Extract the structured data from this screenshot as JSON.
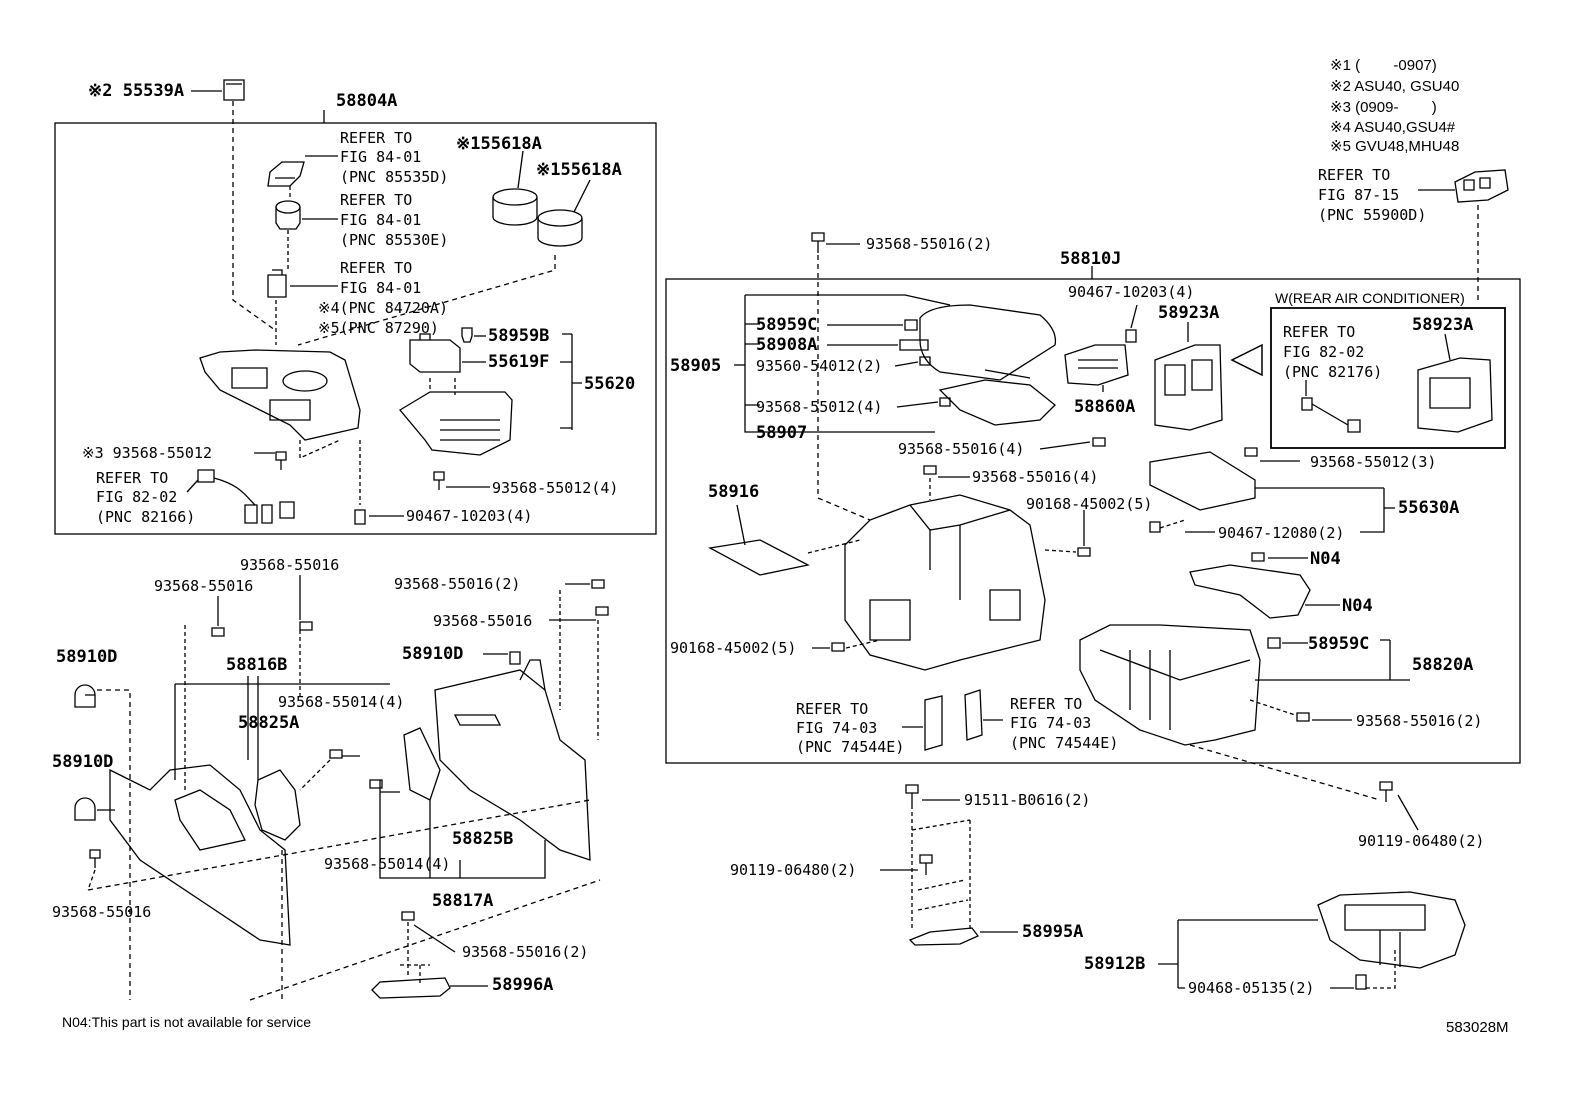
{
  "diagram_id": "583028M",
  "footnote": "N04:This part is not available for service",
  "legend": {
    "l1": "※1 (        -0907)",
    "l2": "※2 ASU40, GSU40",
    "l3": "※3 (0909-        )",
    "l4": "※4 ASU40,GSU4#",
    "l5": "※5 GVU48,MHU48"
  },
  "refs": {
    "r8715": {
      "a": "REFER TO",
      "b": "FIG 87-15",
      "c": "(PNC 55900D)"
    },
    "r85535": {
      "a": "REFER TO",
      "b": "FIG 84-01",
      "c": "(PNC 85535D)"
    },
    "r85530": {
      "a": "REFER TO",
      "b": "FIG 84-01",
      "c": "(PNC 85530E)"
    },
    "r84720": {
      "a": "REFER TO",
      "b": "FIG 84-01",
      "c": "※4(PNC 84720A)",
      "d": "※5(PNC 87290)"
    },
    "r82166": {
      "a": "REFER TO",
      "b": "FIG 82-02",
      "c": "(PNC 82166)"
    },
    "r82176": {
      "a": "REFER TO",
      "b": "FIG 82-02",
      "c": "(PNC 82176)"
    },
    "r74544a": {
      "a": "REFER TO",
      "b": "FIG 74-03",
      "c": "(PNC 74544E)"
    },
    "r74544b": {
      "a": "REFER TO",
      "b": "FIG 74-03",
      "c": "(PNC 74544E)"
    }
  },
  "boxes": {
    "rear_ac": "W(REAR AIR CONDITIONER)"
  },
  "parts": {
    "p55539A": "※2 55539A",
    "p58804A": "58804A",
    "p55618A_1": "※155618A",
    "p55618A_2": "※155618A",
    "p58959B": "58959B",
    "p55619F": "55619F",
    "p55620": "55620",
    "p93568_55012_s3": "※3 93568-55012",
    "p93568_55012_4a": "93568-55012(4)",
    "p90467_10203_4a": "90467-10203(4)",
    "p93568_55016_a": "93568-55016",
    "p93568_55016_b": "93568-55016",
    "p93568_55016_2a": "93568-55016(2)",
    "p93568_55016_c": "93568-55016",
    "p58910D_a": "58910D",
    "p58910D_b": "58910D",
    "p58910D_c": "58910D",
    "p58816B": "58816B",
    "p93568_55014_4a": "93568-55014(4)",
    "p58825A": "58825A",
    "p58825B": "58825B",
    "p93568_55014_4b": "93568-55014(4)",
    "p58817A": "58817A",
    "p93568_55016_d": "93568-55016",
    "p93568_55016_2b": "93568-55016(2)",
    "p58996A": "58996A",
    "p93568_55016_2c": "93568-55016(2)",
    "p58810J": "58810J",
    "p90467_10203_4b": "90467-10203(4)",
    "p58923A_a": "58923A",
    "p58923A_b": "58923A",
    "p58959C_a": "58959C",
    "p58908A": "58908A",
    "p58905": "58905",
    "p93560_54012_2": "93560-54012(2)",
    "p93568_55012_4b": "93568-55012(4)",
    "p58907": "58907",
    "p58860A": "58860A",
    "p93568_55016_4a": "93568-55016(4)",
    "p93568_55016_4b": "93568-55016(4)",
    "p93568_55012_3": "93568-55012(3)",
    "p58916": "58916",
    "p90168_45002_5a": "90168-45002(5)",
    "p55630A": "55630A",
    "p90467_12080_2": "90467-12080(2)",
    "pN04_a": "N04",
    "pN04_b": "N04",
    "p90168_45002_5b": "90168-45002(5)",
    "p58959C_b": "58959C",
    "p58820A": "58820A",
    "p93568_55016_2d": "93568-55016(2)",
    "p91511_B0616_2": "91511-B0616(2)",
    "p90119_06480_2a": "90119-06480(2)",
    "p90119_06480_2b": "90119-06480(2)",
    "p58995A": "58995A",
    "p58912B": "58912B",
    "p90468_05135_2": "90468-05135(2)"
  }
}
